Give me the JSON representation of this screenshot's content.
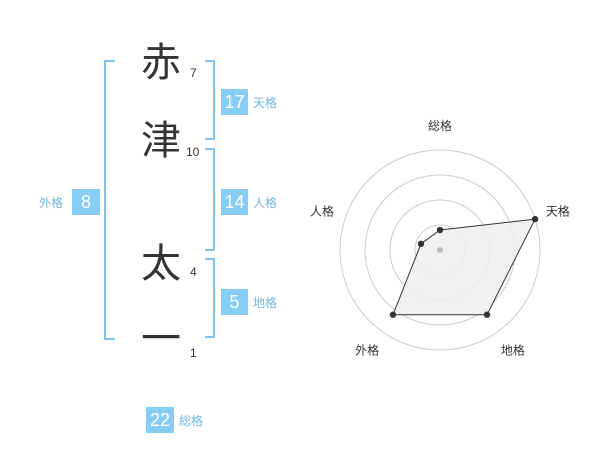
{
  "name": {
    "chars": [
      {
        "char": "赤",
        "strokes": "7"
      },
      {
        "char": "津",
        "strokes": "10"
      },
      {
        "char": "太",
        "strokes": "4"
      },
      {
        "char": "一",
        "strokes": "1"
      }
    ]
  },
  "kaku": {
    "tenkaku": {
      "value": "17",
      "label": "天格"
    },
    "jinkaku": {
      "value": "14",
      "label": "人格"
    },
    "chikaku": {
      "value": "5",
      "label": "地格"
    },
    "gaikaku": {
      "value": "8",
      "label": "外格"
    },
    "soukaku": {
      "value": "22",
      "label": "総格"
    }
  },
  "colors": {
    "accent": "#87cdf5",
    "bracket": "#7cc3ef",
    "label": "#6fb6e5",
    "text": "#333333",
    "radar_fill": "#eeeeee",
    "radar_grid": "#cccccc"
  },
  "chart_data": {
    "type": "radar",
    "axes": [
      "総格",
      "天格",
      "地格",
      "外格",
      "人格"
    ],
    "values": [
      1,
      5,
      4,
      4,
      1
    ],
    "range": [
      0,
      5
    ],
    "rings": 4,
    "grid": true
  }
}
